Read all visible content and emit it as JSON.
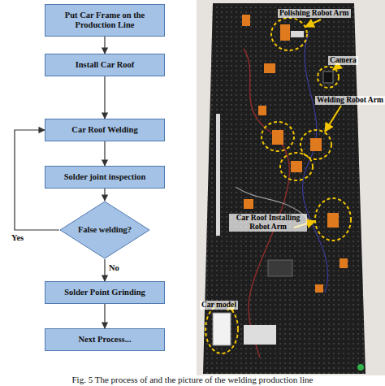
{
  "diagram": {
    "caption": "Fig. 5 The process of and the picture of the welding production line",
    "nodes": [
      {
        "text": [
          "Put Car Frame on the Production Line"
        ]
      },
      {
        "text": [
          "Install Car Roof"
        ]
      },
      {
        "text": [
          "Car Roof Welding"
        ]
      },
      {
        "text": [
          "Solder joint inspection"
        ]
      },
      {
        "text": [
          "False welding?"
        ]
      },
      {
        "text": [
          "Solder Point Grinding"
        ]
      },
      {
        "text": [
          "Next Process..."
        ]
      }
    ],
    "edges": [
      {
        "from": 0,
        "to": 1,
        "arrow": "to"
      },
      {
        "from": 1,
        "to": 2,
        "arrow": "to"
      },
      {
        "from": 2,
        "to": 3,
        "arrow": "to"
      },
      {
        "from": 3,
        "to": 4,
        "arrow": "to"
      },
      {
        "from": 4,
        "to": 5,
        "label": "No",
        "arrow": "to"
      },
      {
        "from": 5,
        "to": 6,
        "arrow": "to"
      },
      {
        "from": 4,
        "to": 2,
        "label": "Yes",
        "arrow": "to"
      }
    ],
    "labels": [
      "Polishing Robot Arm",
      "Camera",
      "Welding Robot Arm",
      "Car Roof Installing Robot Arm",
      "Car model"
    ]
  }
}
